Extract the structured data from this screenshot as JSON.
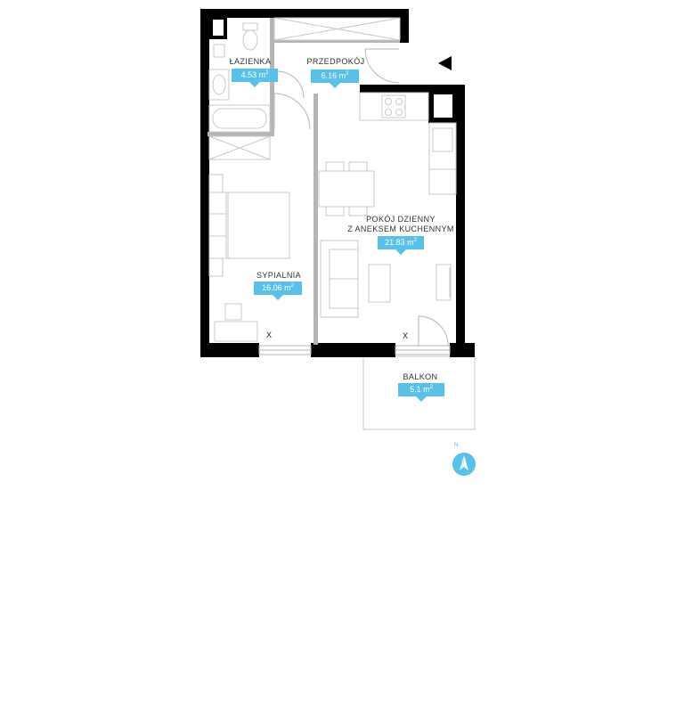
{
  "colors": {
    "wall": "#000000",
    "partition": "#b5b5b5",
    "furniture": "#c8c8c8",
    "badge": "#57c1ea",
    "badge_text": "#ffffff",
    "label_text": "#333333"
  },
  "rooms": {
    "bathroom": {
      "name": "ŁAZIENKA",
      "area": "4.53 m",
      "unit_sup": "2"
    },
    "hallway": {
      "name": "PRZEDPOKÓJ",
      "area": "6.16 m",
      "unit_sup": "2"
    },
    "living": {
      "name_line1": "POKÓJ DZIENNY",
      "name_line2": "Z ANEKSEM KUCHENNYM",
      "area": "21.83 m",
      "unit_sup": "2"
    },
    "bedroom": {
      "name": "SYPIALNIA",
      "area": "16.06 m",
      "unit_sup": "2"
    },
    "balcony": {
      "name": "BALKON",
      "area": "5.1 m",
      "unit_sup": "2"
    }
  },
  "window_marks": {
    "bedroom": "X",
    "living": "X"
  },
  "compass": {
    "north_label": "N",
    "icon": "compass-icon"
  },
  "entrance": {
    "icon": "entrance-arrow-icon"
  }
}
